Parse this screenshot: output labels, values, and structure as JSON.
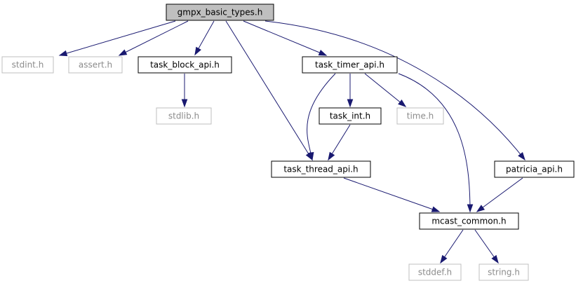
{
  "colors": {
    "edge": "#191970",
    "root_fill": "#bfbfbf",
    "linked_border": "#000000",
    "external_border": "#bfbfbf",
    "external_text": "#8c8c8c",
    "text": "#000000"
  },
  "nodes": [
    {
      "id": "gmpx_basic_types",
      "label": "gmpx_basic_types.h",
      "kind": "root"
    },
    {
      "id": "stdint",
      "label": "stdint.h",
      "kind": "external"
    },
    {
      "id": "assert",
      "label": "assert.h",
      "kind": "external"
    },
    {
      "id": "task_block_api",
      "label": "task_block_api.h",
      "kind": "linked"
    },
    {
      "id": "task_timer_api",
      "label": "task_timer_api.h",
      "kind": "linked"
    },
    {
      "id": "stdlib",
      "label": "stdlib.h",
      "kind": "external"
    },
    {
      "id": "task_int",
      "label": "task_int.h",
      "kind": "linked"
    },
    {
      "id": "time",
      "label": "time.h",
      "kind": "external"
    },
    {
      "id": "task_thread_api",
      "label": "task_thread_api.h",
      "kind": "linked"
    },
    {
      "id": "patricia_api",
      "label": "patricia_api.h",
      "kind": "linked"
    },
    {
      "id": "mcast_common",
      "label": "mcast_common.h",
      "kind": "linked"
    },
    {
      "id": "stddef",
      "label": "stddef.h",
      "kind": "external"
    },
    {
      "id": "string",
      "label": "string.h",
      "kind": "external"
    }
  ],
  "edges": [
    {
      "from": "gmpx_basic_types",
      "to": "stdint"
    },
    {
      "from": "gmpx_basic_types",
      "to": "assert"
    },
    {
      "from": "gmpx_basic_types",
      "to": "task_block_api"
    },
    {
      "from": "gmpx_basic_types",
      "to": "task_thread_api"
    },
    {
      "from": "gmpx_basic_types",
      "to": "task_timer_api"
    },
    {
      "from": "gmpx_basic_types",
      "to": "patricia_api"
    },
    {
      "from": "task_block_api",
      "to": "stdlib"
    },
    {
      "from": "task_timer_api",
      "to": "task_thread_api"
    },
    {
      "from": "task_timer_api",
      "to": "task_int"
    },
    {
      "from": "task_timer_api",
      "to": "time"
    },
    {
      "from": "task_timer_api",
      "to": "mcast_common"
    },
    {
      "from": "task_int",
      "to": "task_thread_api"
    },
    {
      "from": "task_thread_api",
      "to": "mcast_common"
    },
    {
      "from": "patricia_api",
      "to": "mcast_common"
    },
    {
      "from": "mcast_common",
      "to": "stddef"
    },
    {
      "from": "mcast_common",
      "to": "string"
    }
  ]
}
